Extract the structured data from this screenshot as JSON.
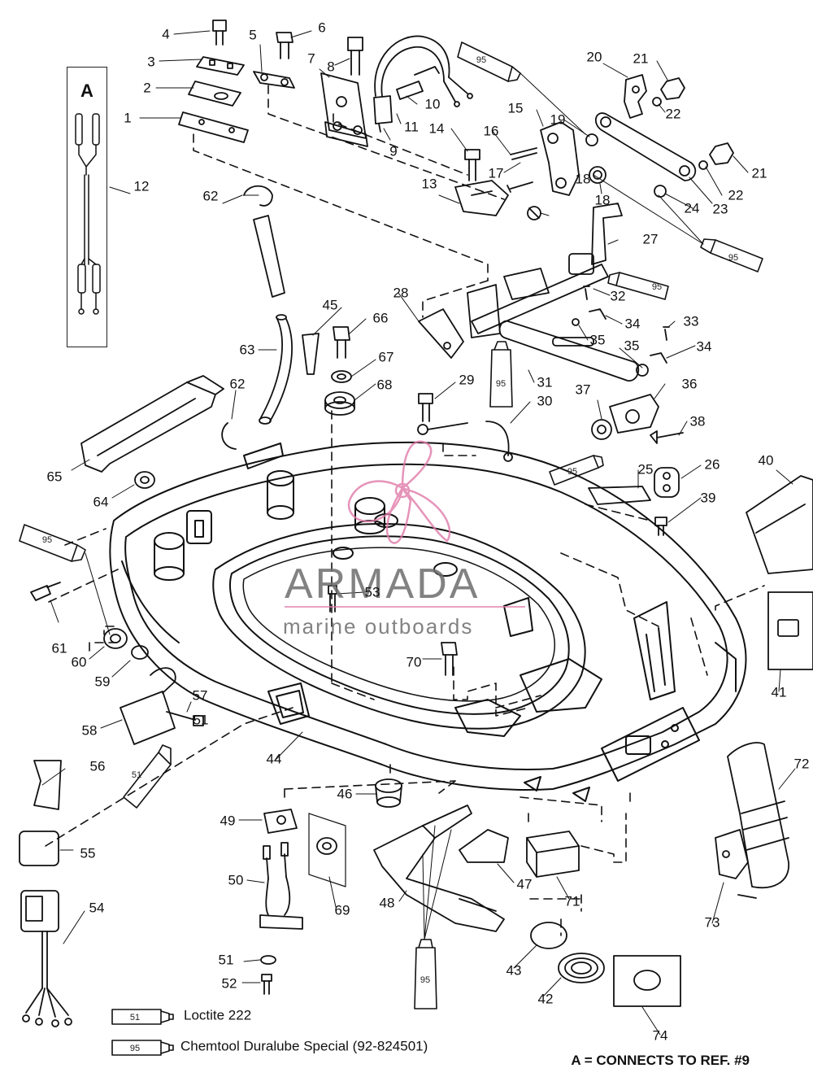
{
  "diagram": {
    "inset": {
      "label": "A"
    },
    "refs": [
      "1",
      "2",
      "3",
      "4",
      "5",
      "6",
      "7",
      "8",
      "9",
      "10",
      "11",
      "12",
      "13",
      "14",
      "15",
      "16",
      "17",
      "18",
      "19",
      "20",
      "21",
      "22",
      "23",
      "24",
      "25",
      "26",
      "27",
      "28",
      "29",
      "30",
      "31",
      "32",
      "33",
      "34",
      "35",
      "36",
      "37",
      "38",
      "39",
      "40",
      "41",
      "42",
      "43",
      "44",
      "45",
      "46",
      "47",
      "48",
      "49",
      "50",
      "51",
      "52",
      "53",
      "54",
      "55",
      "56",
      "57",
      "58",
      "59",
      "60",
      "61",
      "62",
      "63",
      "64",
      "65",
      "66",
      "67",
      "68",
      "69",
      "70",
      "71",
      "72",
      "73",
      "74",
      "18",
      "21",
      "22",
      "34",
      "35",
      "51",
      "62"
    ],
    "tube_labels": [
      "95",
      "95",
      "95",
      "95",
      "95",
      "95",
      "51",
      "95",
      "95",
      "51",
      "95"
    ],
    "legend": [
      {
        "code": "51",
        "text": "Loctite 222"
      },
      {
        "code": "95",
        "text": "Chemtool Duralube Special (92-824501)"
      }
    ],
    "footnote": "A = CONNECTS TO REF. #9",
    "watermark": {
      "title": "ARMADA",
      "subtitle": "marine outboards"
    }
  }
}
